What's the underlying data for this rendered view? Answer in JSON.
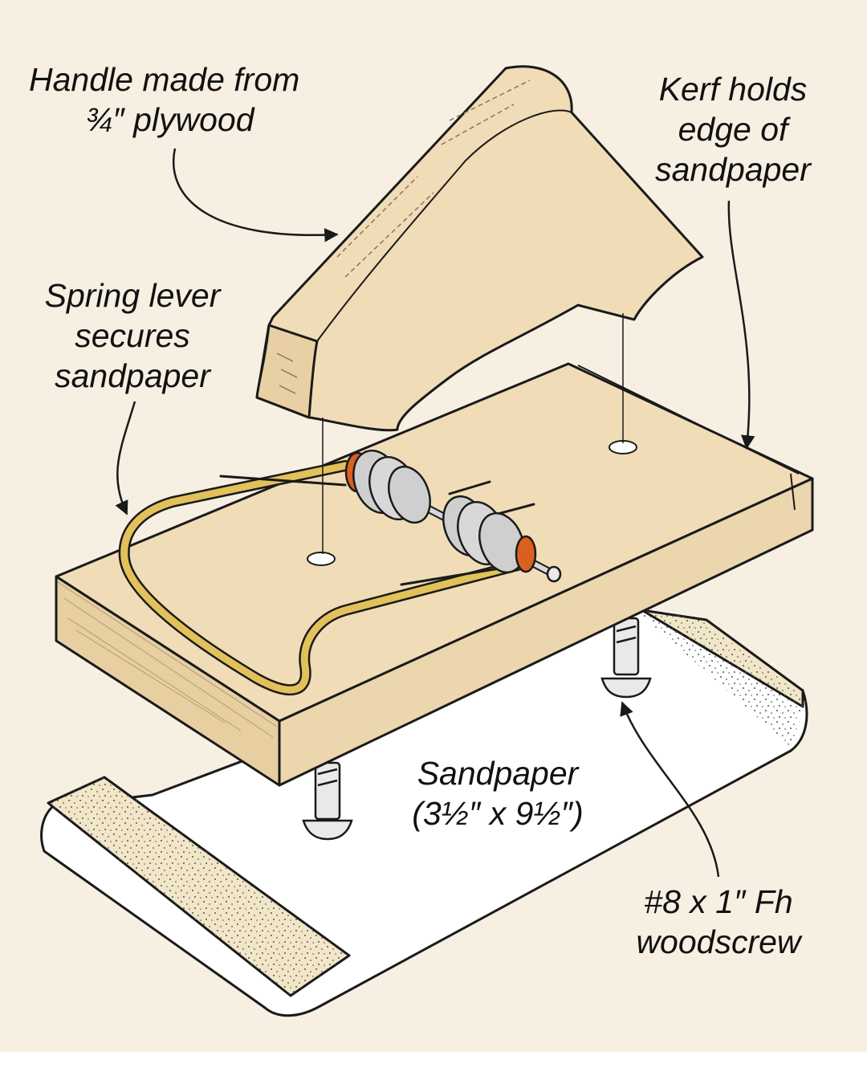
{
  "callouts": {
    "handle": [
      "Handle made from",
      "¾″ plywood"
    ],
    "kerf": [
      "Kerf holds",
      "edge of",
      "sandpaper"
    ],
    "spring": [
      "Spring lever",
      "secures",
      "sandpaper"
    ],
    "sandpaper": [
      "Sandpaper",
      "(3½″ x 9½″)"
    ],
    "screw": [
      "#8 x 1″ Fh",
      "woodscrew"
    ]
  },
  "colors": {
    "background": "#f6efe2",
    "wood": "#f0dcb6",
    "wood_dark": "#dcc39a",
    "spring_wire": "#e3c15a",
    "coil_accent": "#d9601f",
    "paper": "#ffffff",
    "ink": "#1a1a1a"
  }
}
